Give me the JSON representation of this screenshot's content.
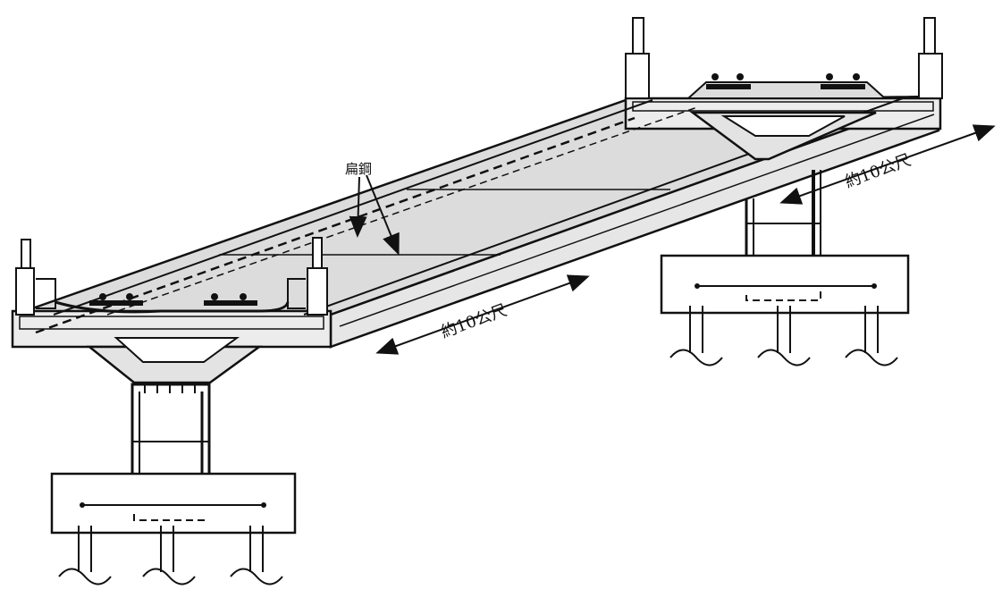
{
  "labels": {
    "steel_strip": "扁鋼",
    "span_right": "約10公尺",
    "span_middle": "約10公尺"
  },
  "colors": {
    "line": "#111111",
    "deck_fill": "#e9e9e9",
    "deck_top_fill": "#dcdcdc",
    "background": "#ffffff"
  }
}
